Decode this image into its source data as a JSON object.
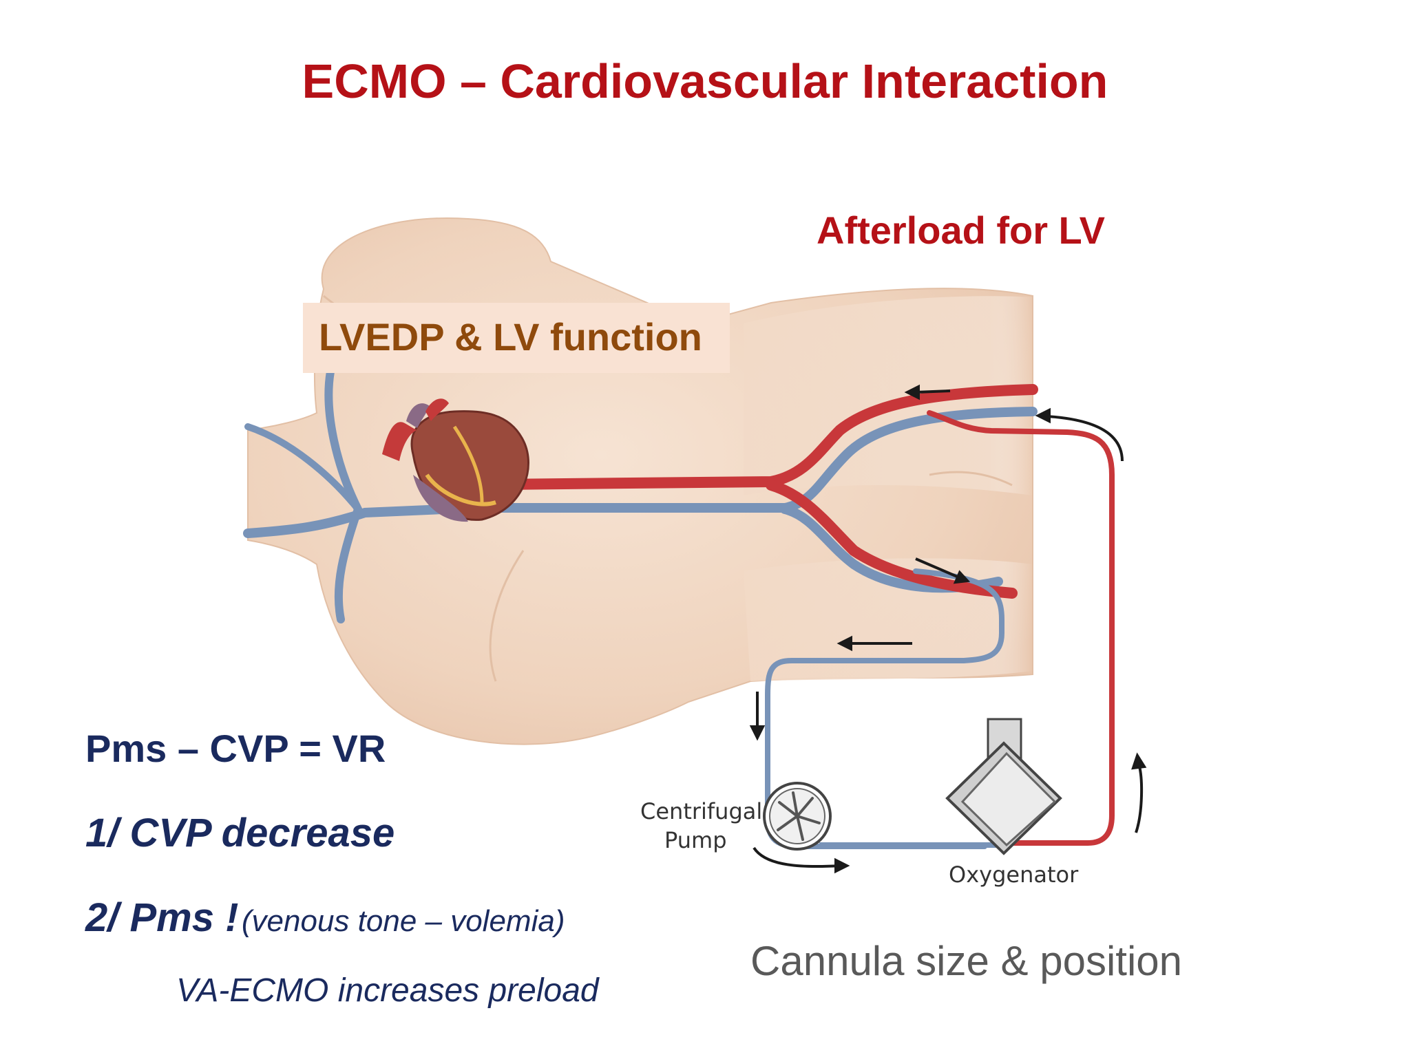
{
  "title": "ECMO – Cardiovascular Interaction",
  "labels": {
    "afterload": "Afterload for LV",
    "lvedp": "LVEDP & LV function",
    "cannula": "Cannula size & position"
  },
  "equation": {
    "main": "Pms – CVP = VR",
    "point1": "1/ CVP decrease",
    "point2_bold": "2/ Pms !",
    "point2_note": "(venous tone – volemia)",
    "conclusion": "VA-ECMO increases preload"
  },
  "device_labels": {
    "pump_line1": "Centrifugal",
    "pump_line2": "Pump",
    "oxygenator": "Oxygenator"
  },
  "colors": {
    "title": "#b51117",
    "lvedp_text": "#8f4a0c",
    "lvedp_bg": "#f9e2d3",
    "equation_text": "#1a2a5e",
    "cannula_text": "#595959",
    "artery": "#c8373a",
    "vein": "#7893b8",
    "skin": "#f2dac7"
  }
}
